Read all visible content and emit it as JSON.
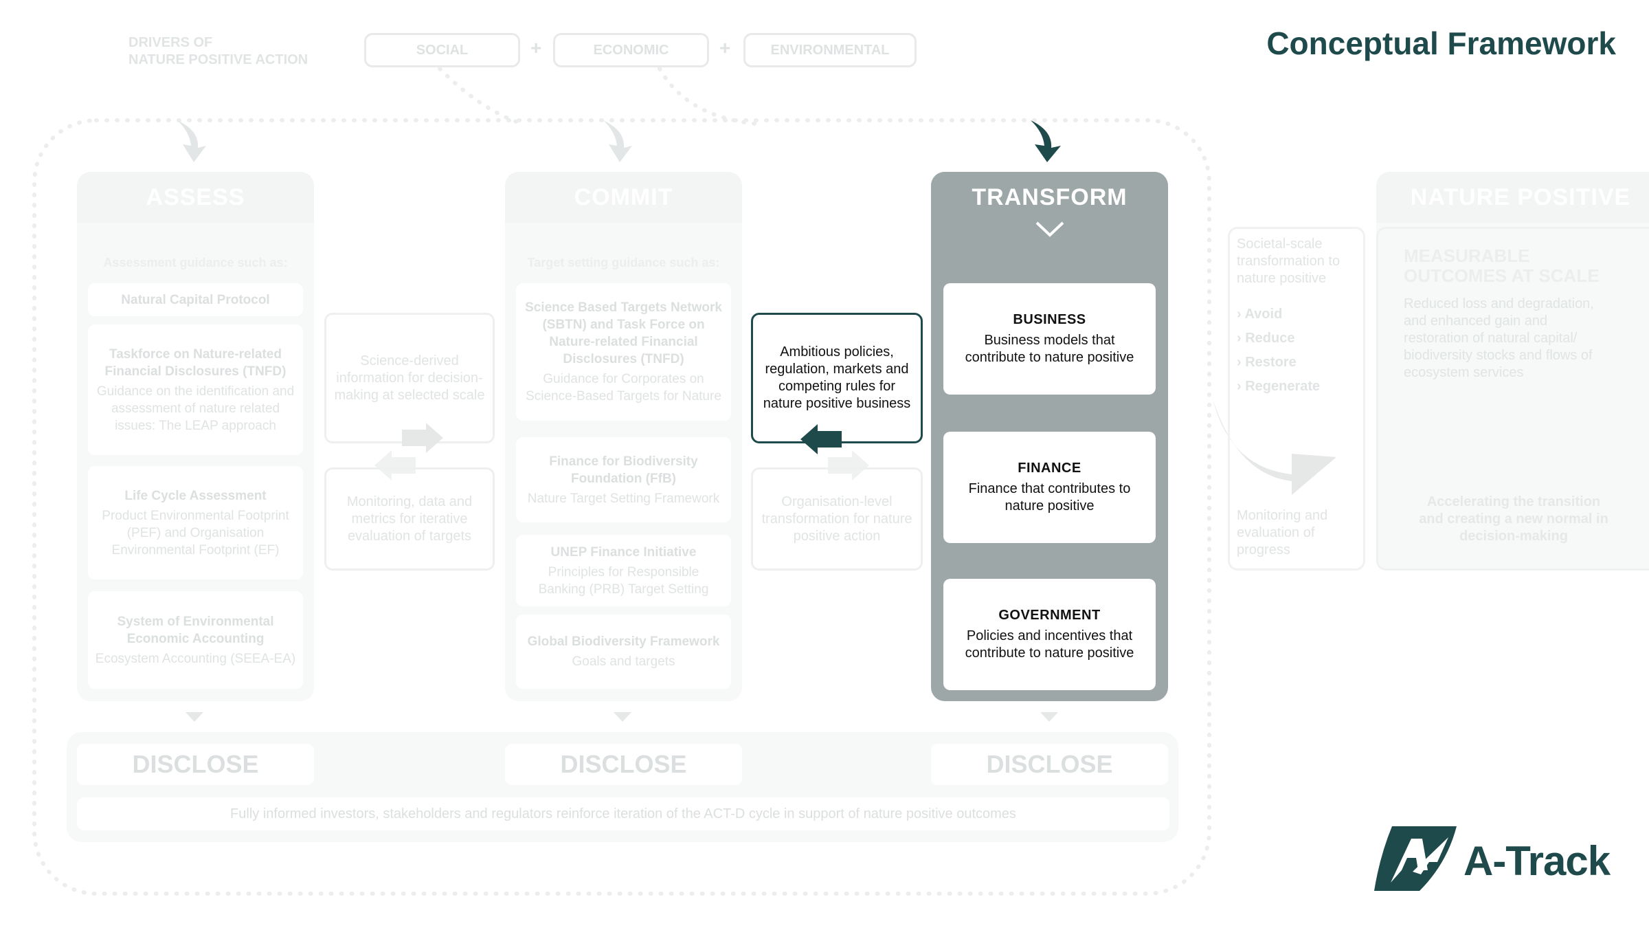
{
  "header": {
    "title": "Conceptual Framework",
    "drivers_label_line1": "DRIVERS OF",
    "drivers_label_line2": "NATURE POSITIVE ACTION",
    "drivers": [
      "SOCIAL",
      "ECONOMIC",
      "ENVIRONMENTAL"
    ],
    "plus": "+"
  },
  "assess": {
    "title": "ASSESS",
    "guide": "Assessment guidance such as:",
    "cards": [
      {
        "title": "Natural Capital Protocol",
        "desc": ""
      },
      {
        "title": "Taskforce on Nature-related Financial Disclosures (TNFD)",
        "desc": "Guidance on the identification and assessment of nature related issues: The LEAP approach"
      },
      {
        "title": "Life Cycle Assessment",
        "desc": "Product Environmental Footprint (PEF) and Organisation Environmental Footprint (EF)"
      },
      {
        "title": "System of Environmental Economic Accounting",
        "desc": "Ecosystem Accounting (SEEA-EA)"
      }
    ]
  },
  "between_assess_commit": {
    "top": "Science-derived information for decision-making at selected scale",
    "bottom": "Monitoring, data and metrics for iterative evaluation of targets"
  },
  "commit": {
    "title": "COMMIT",
    "guide": "Target setting guidance such as:",
    "cards": [
      {
        "title": "Science Based Targets Network (SBTN) and Task Force on Nature-related Financial Disclosures (TNFD)",
        "desc": "Guidance for Corporates on Science-Based Targets for Nature"
      },
      {
        "title": "Finance for Biodiversity Foundation (FfB)",
        "desc": "Nature Target Setting Framework"
      },
      {
        "title": "UNEP Finance Initiative",
        "desc": "Principles for Responsible Banking (PRB) Target Setting"
      },
      {
        "title": "Global Biodiversity Framework",
        "desc": "Goals and targets"
      }
    ]
  },
  "between_commit_transform": {
    "top": "Ambitious policies, regulation, markets and competing rules for nature positive business",
    "bottom": "Organisation-level transformation for nature positive action"
  },
  "transform": {
    "title": "TRANSFORM",
    "cards": [
      {
        "title": "BUSINESS",
        "desc": "Business models that contribute to nature positive"
      },
      {
        "title": "FINANCE",
        "desc": "Finance that contributes to nature positive"
      },
      {
        "title": "GOVERNMENT",
        "desc": "Policies and incentives that contribute to nature positive"
      }
    ]
  },
  "societal": {
    "top": "Societal-scale transformation to nature positive",
    "items": [
      "Avoid",
      "Reduce",
      "Restore",
      "Regenerate"
    ],
    "bottom": "Monitoring and evaluation of progress"
  },
  "nature_positive": {
    "title": "NATURE POSITIVE",
    "heading": "MEASURABLE OUTCOMES AT SCALE",
    "desc": "Reduced loss and degradation, and enhanced gain and restoration of natural capital/ biodiversity stocks and flows of ecosystem services",
    "bottom": "Accelerating the transition and creating a new normal in decision-making"
  },
  "disclose": {
    "label": "DISCLOSE",
    "note": "Fully informed investors, stakeholders and regulators reinforce iteration of the ACT-D cycle in support of nature positive outcomes"
  },
  "logo": {
    "text": "A-Track"
  },
  "colors": {
    "accent": "#1f4a4b",
    "transform_bg": "#9ea7a7",
    "faint": "#f7f8f8"
  }
}
